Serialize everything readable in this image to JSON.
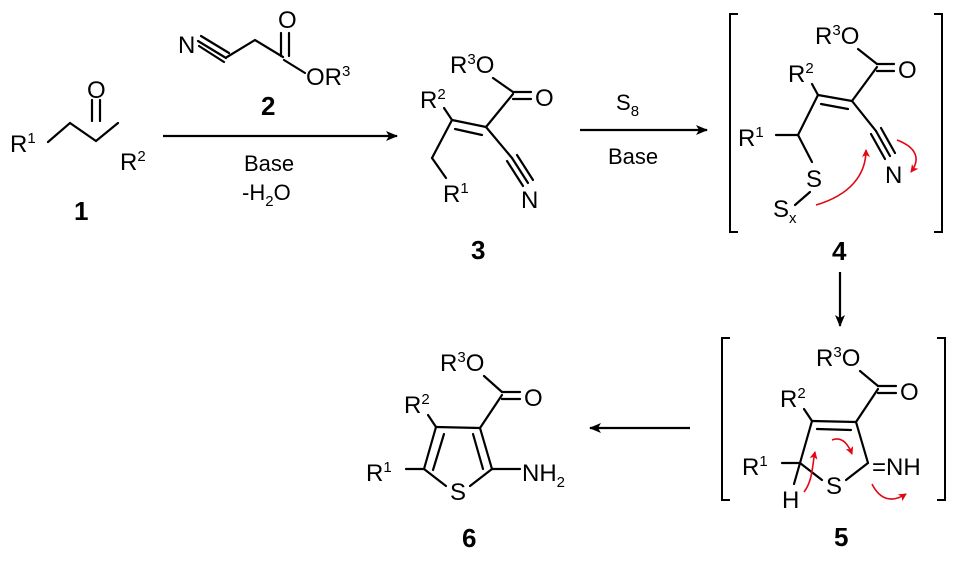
{
  "colors": {
    "ink": "#000000",
    "electron_arrow": "#e30613",
    "background": "#ffffff"
  },
  "labels": {
    "r1": "R",
    "r2": "R",
    "r3": "R",
    "sup1": "1",
    "sup2": "2",
    "sup3": "3",
    "o": "O",
    "n": "N",
    "s": "S",
    "h": "H",
    "x_sub": "x",
    "or3_prefix": "O",
    "or3_suffix": "R",
    "nh2": "NH",
    "nh2_sub": "2",
    "imine": "=NH"
  },
  "compounds": {
    "c1": {
      "number": "1"
    },
    "c2": {
      "number": "2"
    },
    "c3": {
      "number": "3"
    },
    "c4": {
      "number": "4"
    },
    "c5": {
      "number": "5"
    },
    "c6": {
      "number": "6"
    }
  },
  "reagents": {
    "step1_line1": "Base",
    "step1_line2_prefix": "-H",
    "step1_line2_sub": "2",
    "step1_line2_suffix": "O",
    "step2_s8": "S",
    "step2_s8_sub": "8",
    "step2_base": "Base"
  }
}
